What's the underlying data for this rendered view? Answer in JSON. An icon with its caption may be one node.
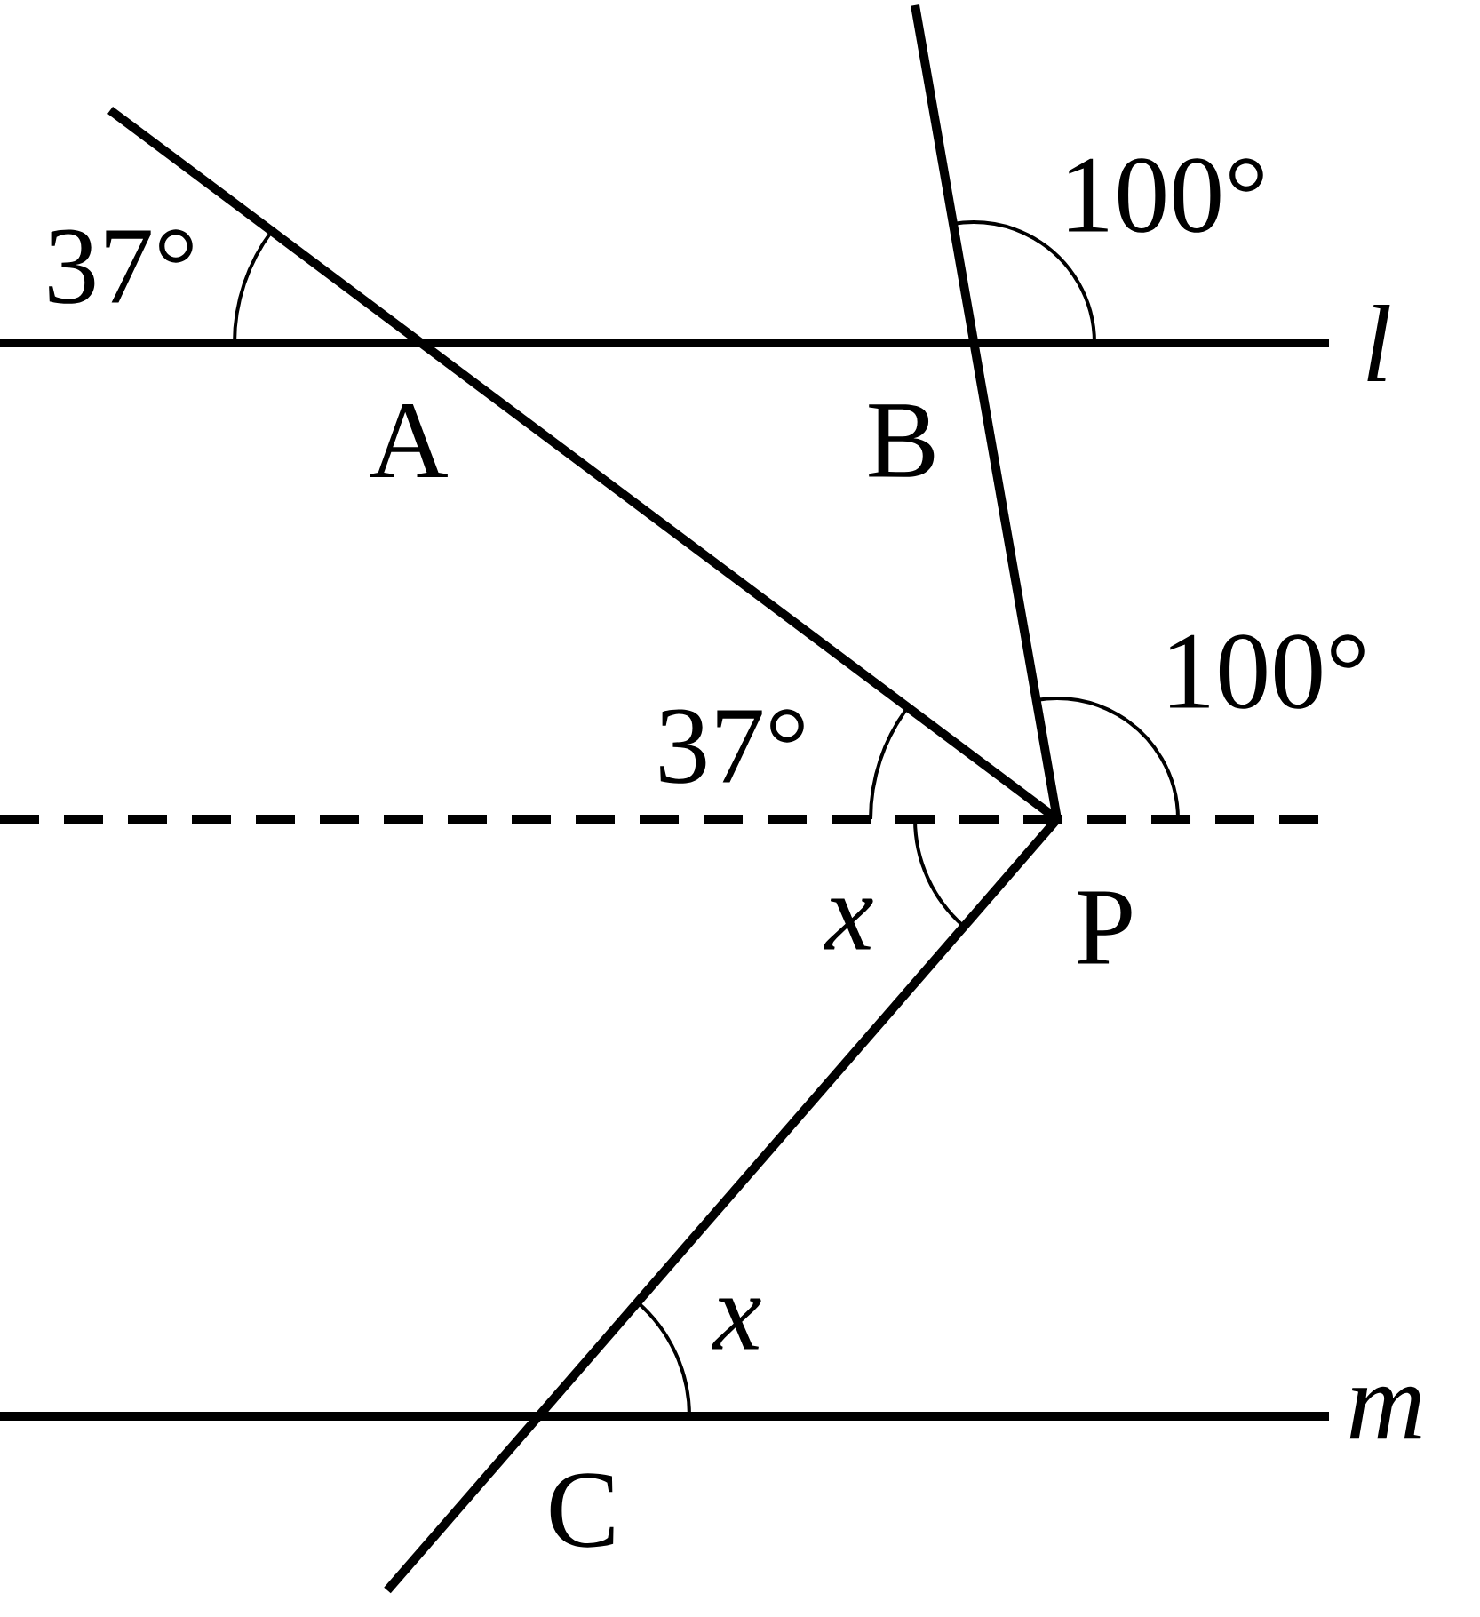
{
  "diagram": {
    "labels": [
      "37°",
      "100°",
      "l",
      "A",
      "B",
      "100°",
      "37°",
      "x",
      "P",
      "x",
      "m",
      "C"
    ]
  }
}
